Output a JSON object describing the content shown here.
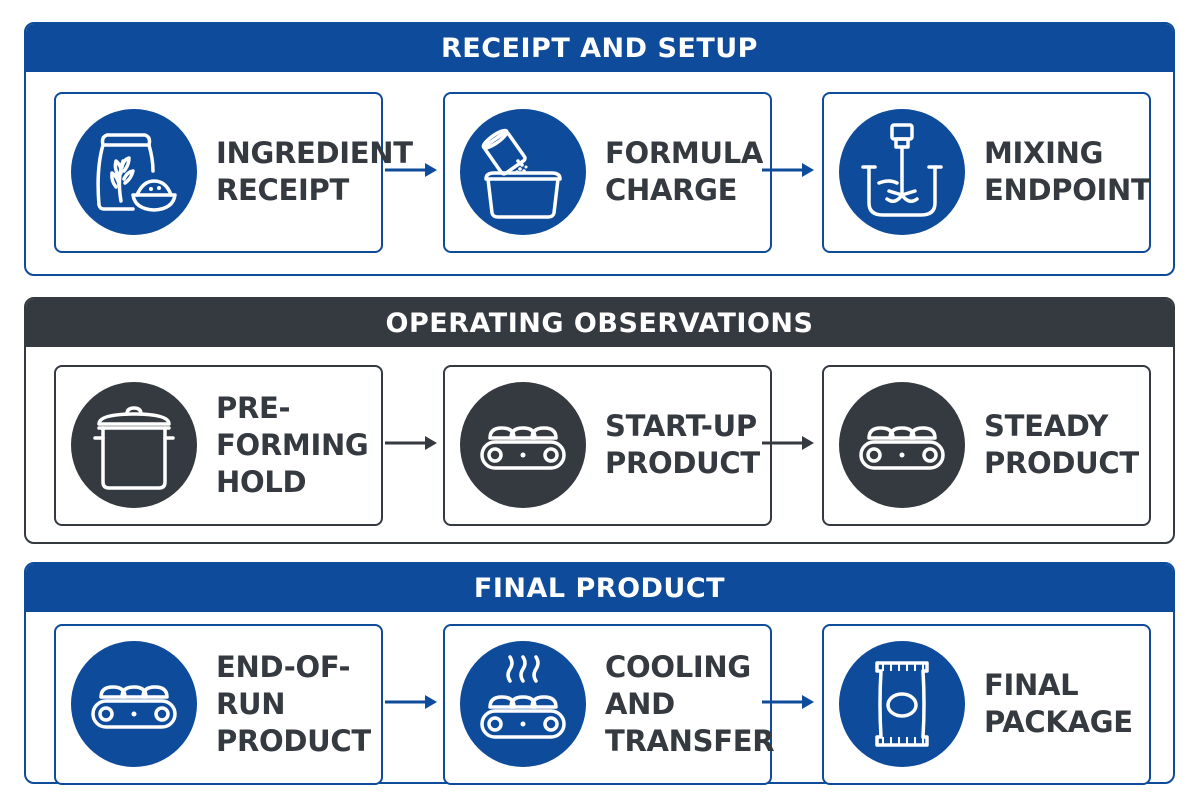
{
  "colors": {
    "blue": "#0e4b9a",
    "dark": "#343a40",
    "white": "#ffffff"
  },
  "sections": [
    {
      "title": "RECEIPT AND SETUP",
      "theme": "blue",
      "steps": [
        {
          "line1": "INGREDIENT",
          "line2": "RECEIPT",
          "icon": "ingredient-bag-icon"
        },
        {
          "line1": "FORMULA",
          "line2": "CHARGE",
          "icon": "pour-into-bowl-icon"
        },
        {
          "line1": "MIXING",
          "line2": "ENDPOINT",
          "icon": "mixer-icon"
        }
      ]
    },
    {
      "title": "OPERATING OBSERVATIONS",
      "theme": "dark",
      "steps": [
        {
          "line1": "PRE-FORMING",
          "line2": "HOLD",
          "icon": "pot-icon"
        },
        {
          "line1": "START-UP",
          "line2": "PRODUCT",
          "icon": "conveyor-icon"
        },
        {
          "line1": "STEADY",
          "line2": "PRODUCT",
          "icon": "conveyor-icon"
        }
      ]
    },
    {
      "title": "FINAL PRODUCT",
      "theme": "blue",
      "steps": [
        {
          "line1": "END-OF-RUN",
          "line2": "PRODUCT",
          "icon": "conveyor-icon"
        },
        {
          "line1": "COOLING AND",
          "line2": "TRANSFER",
          "icon": "cooling-conveyor-icon"
        },
        {
          "line1": "FINAL",
          "line2": "PACKAGE",
          "icon": "package-icon"
        }
      ]
    }
  ]
}
